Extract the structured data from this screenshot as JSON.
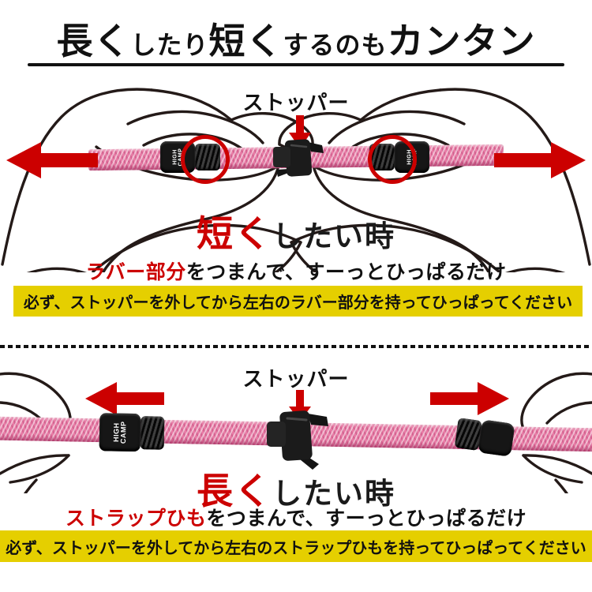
{
  "title": {
    "part1": "長く",
    "part2": "したり",
    "part3": "短く",
    "part4": "するのも",
    "part5": "カンタン"
  },
  "shorten_section": {
    "stopper_label": "ストッパー",
    "heading_em": "短く",
    "heading_rest": "したい時",
    "subline_em": "ラバー部分",
    "subline_rest": "をつまんで、すーっとひっぱるだけ",
    "notice": "必ず、ストッパーを外してから左右のラバー部分を持ってひっぱってください"
  },
  "lengthen_section": {
    "stopper_label": "ストッパー",
    "heading_em": "長く",
    "heading_rest": "したい時",
    "subline_em": "ストラップひも",
    "subline_rest": "をつまんで、すーっとひっぱるだけ",
    "notice": "必ず、ストッパーを外してから左右のストラップひもを持ってひっぱってください"
  },
  "strap": {
    "brand_line1": "HIGH",
    "brand_line2": "CAMP"
  },
  "colors": {
    "accent_red": "#cc0000",
    "notice_yellow": "#e5cf00",
    "strap_pink": "#e87ca6",
    "ink_black": "#111111"
  }
}
